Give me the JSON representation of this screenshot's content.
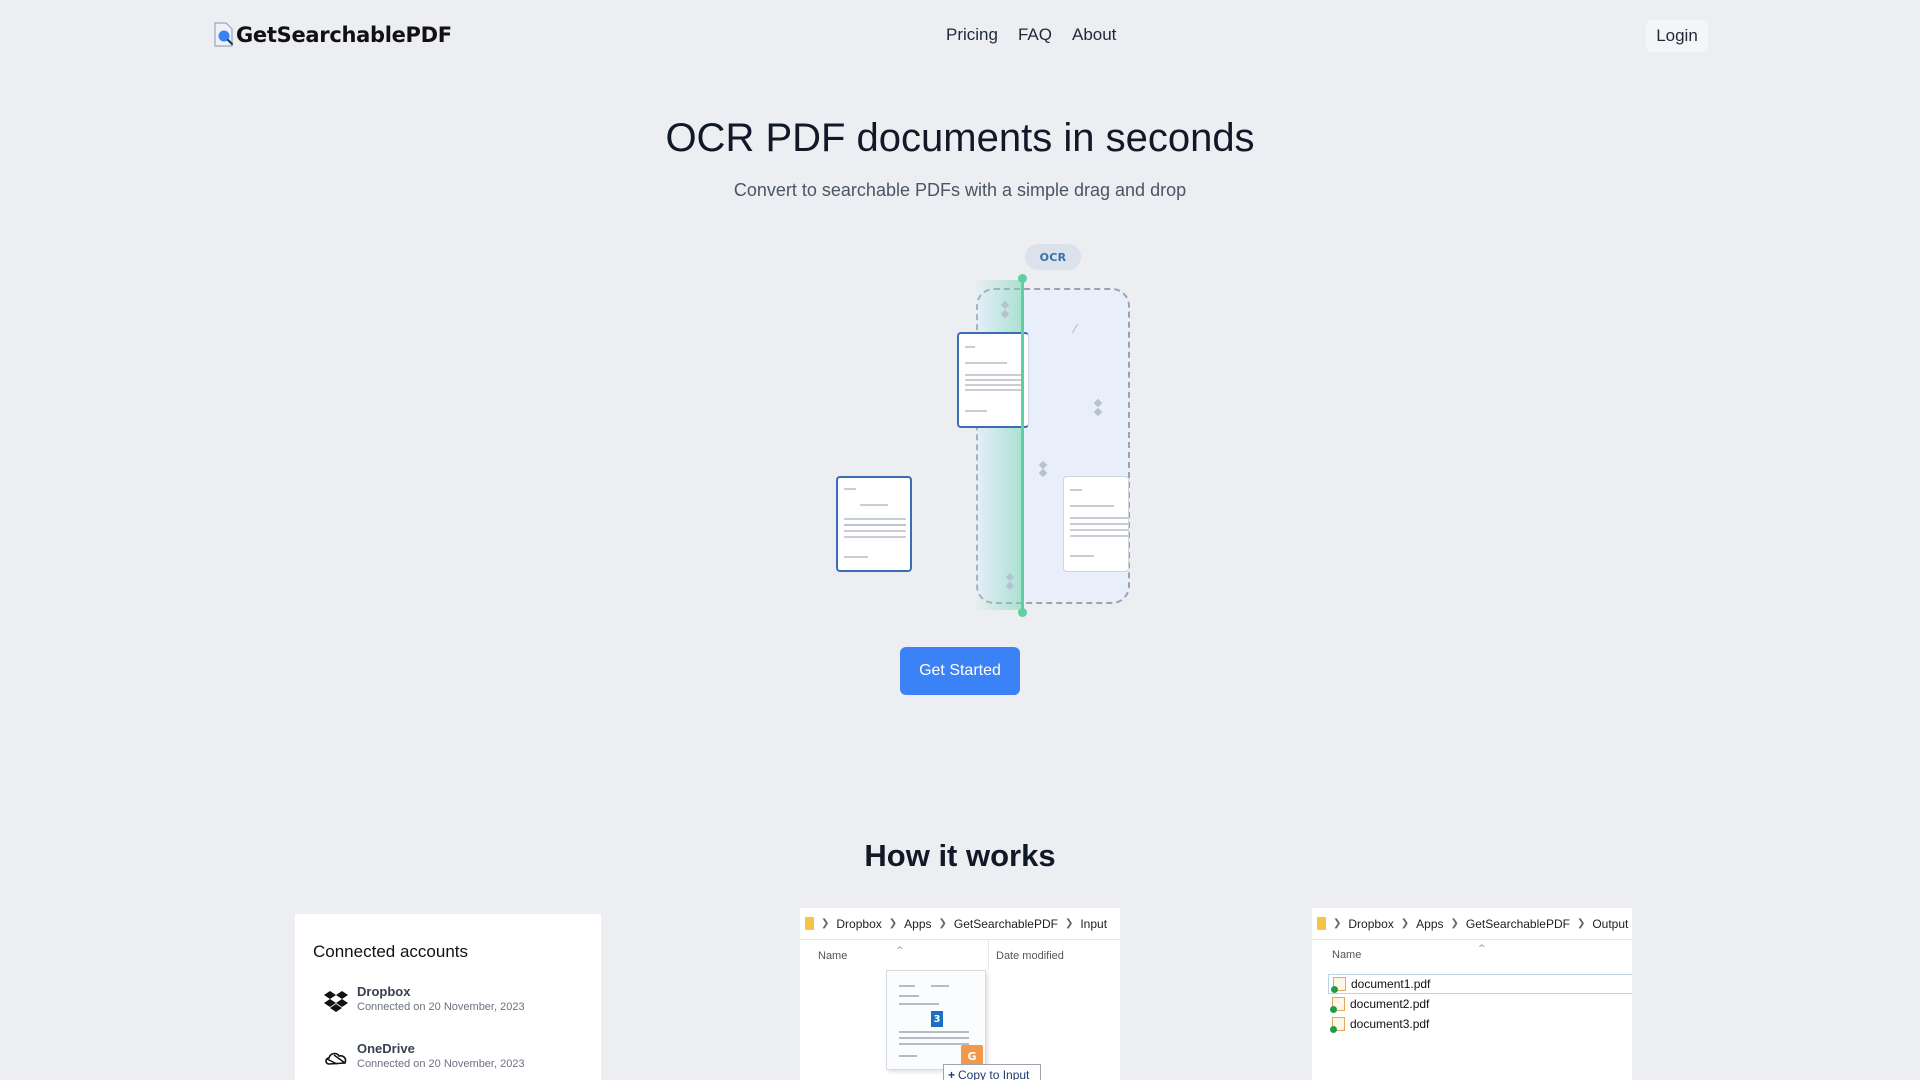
{
  "header": {
    "brand": "GetSearchablePDF",
    "logo_icon": "document-search-icon",
    "nav": [
      {
        "label": "Pricing"
      },
      {
        "label": "FAQ"
      },
      {
        "label": "About"
      }
    ],
    "login_label": "Login"
  },
  "hero": {
    "title": "OCR PDF documents in seconds",
    "subtitle": "Convert to searchable PDFs with a simple drag and drop",
    "illustration_badge": "OCR",
    "cta_label": "Get Started",
    "accent_color": "#3b82f6",
    "scan_color": "#5fcf9f"
  },
  "how_it_works": {
    "title": "How it works",
    "step1": {
      "title": "Connected accounts",
      "accounts": [
        {
          "name": "Dropbox",
          "status": "Connected on 20 November, 2023",
          "icon": "dropbox-icon"
        },
        {
          "name": "OneDrive",
          "status": "Connected on 20 November, 2023",
          "icon": "onedrive-icon"
        }
      ]
    },
    "step2": {
      "breadcrumb": [
        "Dropbox",
        "Apps",
        "GetSearchablePDF",
        "Input"
      ],
      "columns": [
        "Name",
        "Date modified"
      ],
      "drag_count": "3",
      "drag_tooltip": "Copy to Input",
      "pdf_badge": "G"
    },
    "step3": {
      "breadcrumb": [
        "Dropbox",
        "Apps",
        "GetSearchablePDF",
        "Output"
      ],
      "columns": [
        "Name"
      ],
      "files": [
        "document1.pdf",
        "document2.pdf",
        "document3.pdf"
      ]
    }
  }
}
